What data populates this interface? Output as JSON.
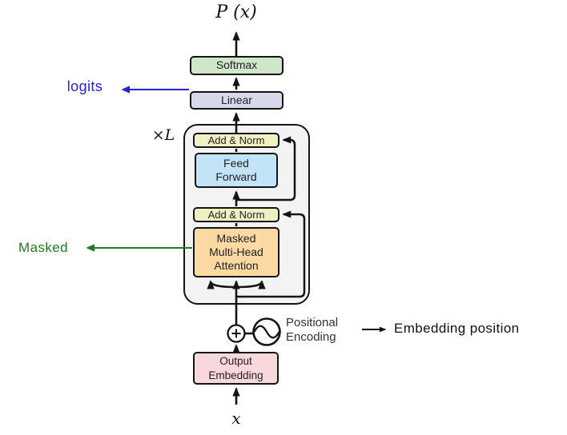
{
  "diagram": {
    "output_label": "P (x)",
    "input_label": "x",
    "repeat_label": "×L",
    "boxes": {
      "softmax": {
        "label": "Softmax",
        "fill": "#cfe6cb"
      },
      "linear": {
        "label": "Linear",
        "fill": "#d7d8e9"
      },
      "add_norm_top": {
        "label": "Add & Norm",
        "fill": "#f1f2c3"
      },
      "feed_forward": {
        "label": "Feed\nForward",
        "fill": "#c3e3f7"
      },
      "add_norm_bottom": {
        "label": "Add & Norm",
        "fill": "#edf0c1"
      },
      "masked_attention": {
        "label": "Masked\nMulti-Head\nAttention",
        "fill": "#fbd9a2"
      },
      "output_embedding": {
        "label": "Output\nEmbedding",
        "fill": "#f9d8dc"
      }
    },
    "positional_encoding_label": "Positional\nEncoding",
    "annotations": {
      "logits": {
        "text": "logits",
        "color": "#2424dd"
      },
      "masked": {
        "text": "Masked",
        "color": "#1e7d1e"
      },
      "embedding_position": {
        "text": "Embedding position",
        "color": "#111111"
      }
    },
    "colors": {
      "line": "#141414",
      "container_fill": "#f3f3f3"
    }
  }
}
